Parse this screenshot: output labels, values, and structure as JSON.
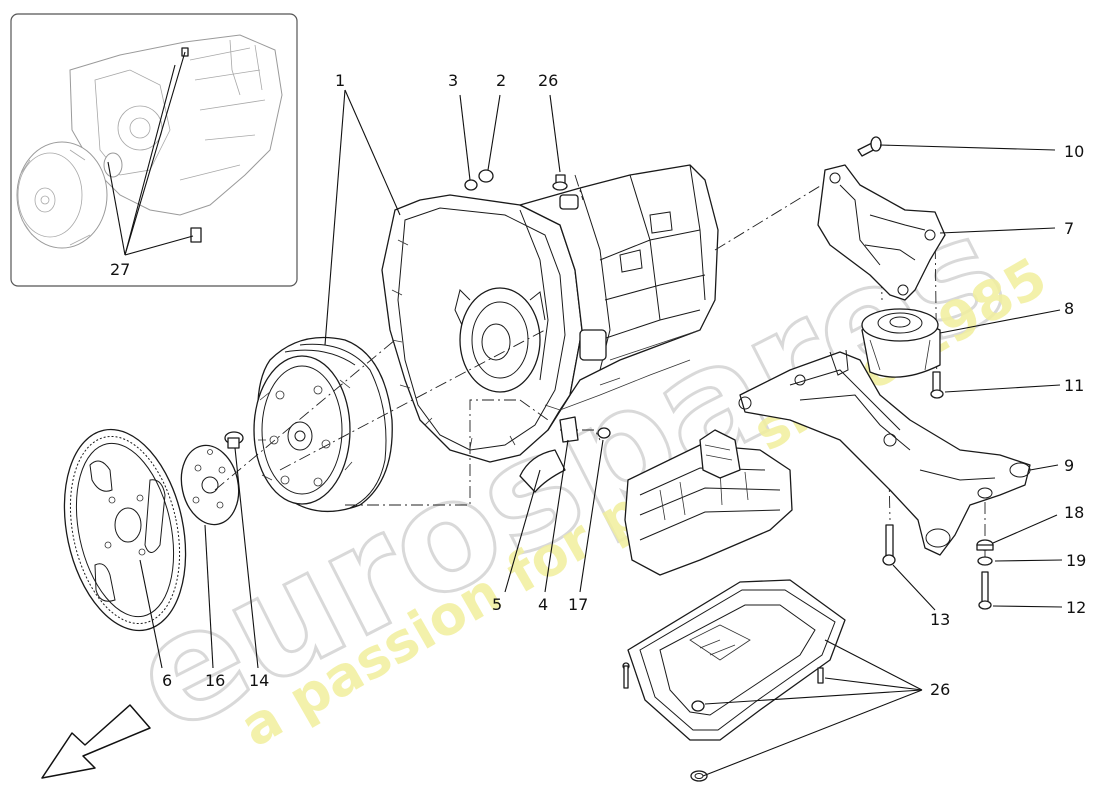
{
  "callouts": {
    "c1": "1",
    "c2": "2",
    "c3": "3",
    "c4": "4",
    "c5": "5",
    "c6": "6",
    "c7": "7",
    "c8": "8",
    "c9": "9",
    "c10": "10",
    "c11": "11",
    "c12": "12",
    "c13": "13",
    "c14": "14",
    "c16": "16",
    "c17": "17",
    "c18": "18",
    "c19": "19",
    "c26_top": "26",
    "c26_pan": "26",
    "c27": "27"
  },
  "watermark": {
    "brand": "eurospares",
    "tagline": "a passion for parts since 1985"
  },
  "colors": {
    "line": "#1a1a1a",
    "inset_line": "#9a9a9a",
    "watermark_outline": "#d9d9d9",
    "watermark_tagline": "#f1ee9c"
  },
  "icons": {
    "front_direction": "arrow-down-left-icon"
  }
}
